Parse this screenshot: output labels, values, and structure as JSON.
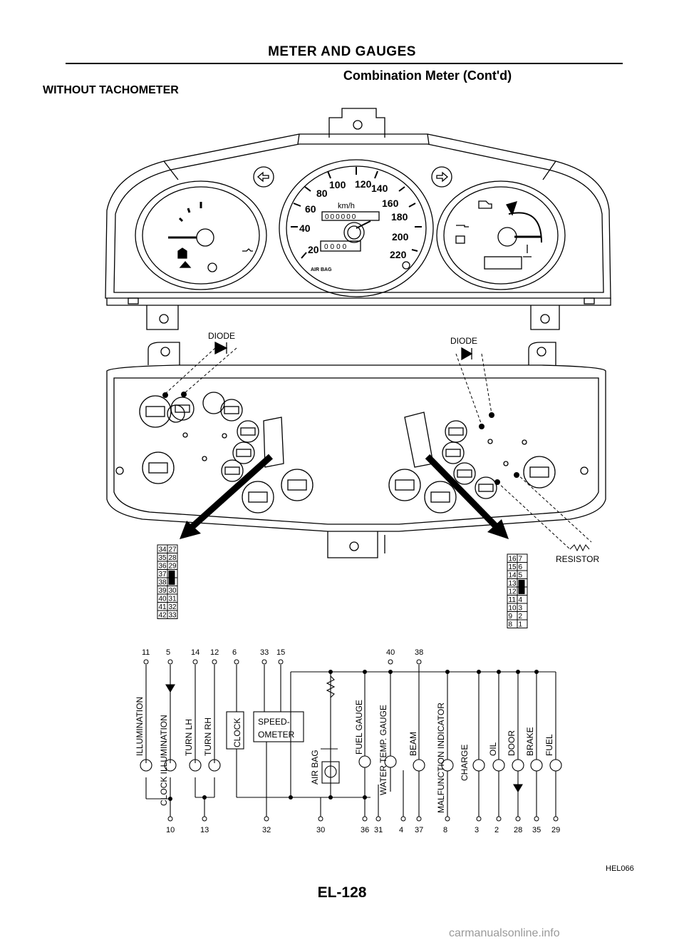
{
  "header": {
    "title": "METER AND GAUGES",
    "subtitle": "Combination Meter (Cont'd)",
    "variant": "WITHOUT TACHOMETER"
  },
  "speedometer": {
    "scale": [
      "20",
      "40",
      "60",
      "80",
      "100",
      "120",
      "140",
      "160",
      "180",
      "200",
      "220"
    ],
    "unit": "km/h",
    "odometer": "000000",
    "trip": "0000",
    "airbag": "AIR BAG"
  },
  "rear_view": {
    "diode_left": "DIODE",
    "diode_right": "DIODE",
    "resistor": "RESISTOR"
  },
  "connector_left": [
    [
      "34",
      "27"
    ],
    [
      "35",
      "28"
    ],
    [
      "36",
      "29"
    ],
    [
      "37",
      ""
    ],
    [
      "38",
      ""
    ],
    [
      "39",
      "30"
    ],
    [
      "40",
      "31"
    ],
    [
      "41",
      "32"
    ],
    [
      "42",
      "33"
    ]
  ],
  "connector_right": [
    [
      "16",
      "7"
    ],
    [
      "15",
      "6"
    ],
    [
      "14",
      "5"
    ],
    [
      "13",
      ""
    ],
    [
      "12",
      ""
    ],
    [
      "11",
      "4"
    ],
    [
      "10",
      "3"
    ],
    [
      "9",
      "2"
    ],
    [
      "8",
      "1"
    ]
  ],
  "schematic": {
    "top_pins": [
      "11",
      "5",
      "14",
      "12",
      "6",
      "33",
      "15",
      "40",
      "38"
    ],
    "bottom_pins": [
      "10",
      "13",
      "32",
      "30",
      "36",
      "31",
      "4",
      "37",
      "8",
      "3",
      "2",
      "28",
      "35",
      "29"
    ],
    "labels": {
      "illumination": "ILLUMINATION",
      "clock_illumination": "CLOCK ILLUMINATION",
      "turn_lh": "TURN LH",
      "turn_rh": "TURN RH",
      "clock": "CLOCK",
      "speedometer_1": "SPEED-",
      "speedometer_2": "OMETER",
      "air_bag": "AIR BAG",
      "fuel_gauge": "FUEL GAUGE",
      "water_temp_gauge": "WATER TEMP. GAUGE",
      "beam": "BEAM",
      "malfunction_indicator": "MALFUNCTION INDICATOR",
      "charge": "CHARGE",
      "oil": "OIL",
      "door": "DOOR",
      "brake": "BRAKE",
      "fuel": "FUEL"
    }
  },
  "footer": {
    "code": "HEL066",
    "page": "EL-128",
    "watermark": "carmanualsonline.info"
  }
}
